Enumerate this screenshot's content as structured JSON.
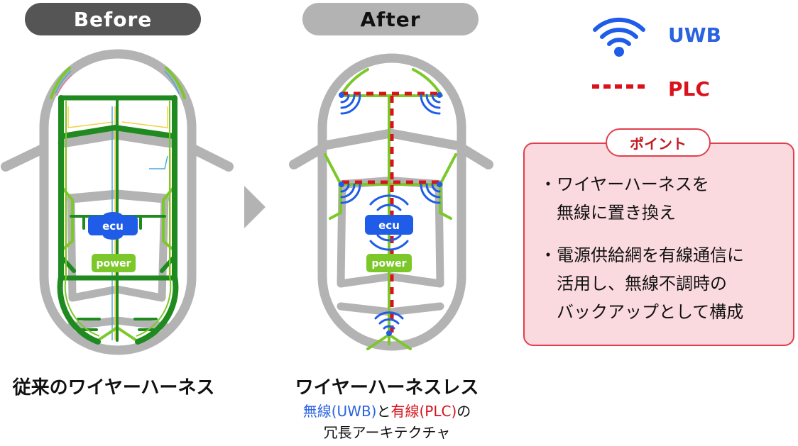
{
  "before": {
    "label": "Before",
    "ecu_label": "ecu",
    "power_label": "power",
    "caption": "従来のワイヤーハーネス"
  },
  "after": {
    "label": "After",
    "ecu_label": "ecu",
    "power_label": "power",
    "caption": "ワイヤーハーネスレス",
    "subcaption": {
      "part1": "無線(UWB)",
      "part2": "と",
      "part3": "有線(PLC)",
      "part4": "の",
      "line2": "冗長アーキテクチャ"
    }
  },
  "legend": {
    "uwb": {
      "icon": "wifi-icon",
      "label": "UWB",
      "color": "#2a62e0"
    },
    "plc": {
      "icon": "dashed-line-icon",
      "label": "PLC",
      "color": "#d8131c"
    }
  },
  "point": {
    "title": "ポイント",
    "bullet_char": "・",
    "items": [
      {
        "line1": "ワイヤーハーネスを",
        "line2": "無線に置き換え"
      },
      {
        "line1": "電源供給網を有線通信に",
        "line2": "活用し、無線不調時の",
        "line3": "バックアップとして構成"
      }
    ]
  },
  "colors": {
    "harness_dark": "#1f8a1f",
    "harness_light": "#7cc82a",
    "car_body": "#b3b3b3",
    "ecu": "#1f5ce8",
    "power": "#7cc82a"
  }
}
